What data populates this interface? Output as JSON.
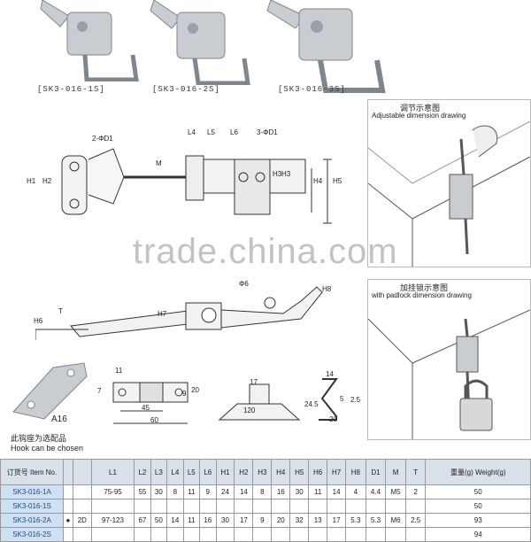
{
  "products": [
    {
      "caption": "[SK3-016-1S]"
    },
    {
      "caption": "[SK3-016-2S]"
    },
    {
      "caption": "[SK3-016-3S]"
    }
  ],
  "adjust_panel": {
    "title_cn": "调节示意图",
    "title_en": "Adjustable dimension drawing"
  },
  "padlock_panel": {
    "title_cn": "加挂锁示意图",
    "title_en": "with padlock dimension drawing"
  },
  "watermark": "trade.china.com",
  "dims": {
    "top_view": [
      "2-ΦD1",
      "L4",
      "L5",
      "L6",
      "3-ΦD1",
      "M",
      "H1",
      "H2",
      "H3",
      "H3",
      "H4",
      "H5"
    ],
    "side_view": [
      "Φ6",
      "H8",
      "H6",
      "T",
      "H7"
    ],
    "part_a": [
      "11",
      "7",
      "45",
      "60",
      "9",
      "20"
    ],
    "part_b": [
      "17",
      "120",
      "24.5"
    ],
    "part_c": [
      "14",
      "5",
      "2.5",
      "20"
    ]
  },
  "hook": {
    "code": "A16",
    "note_cn": "此钩座为选配品",
    "note_en": "Hook can be chosen"
  },
  "table": {
    "headers": [
      "订货号 Item No.",
      "",
      "",
      "L1",
      "L2",
      "L3",
      "L4",
      "L5",
      "L6",
      "H1",
      "H2",
      "H3",
      "H4",
      "H5",
      "H6",
      "H7",
      "H8",
      "D1",
      "M",
      "T",
      "重量(g) Weight(g)"
    ],
    "rows": [
      [
        "SK3-016-1A",
        "",
        "",
        "75-95",
        "55",
        "30",
        "8",
        "11",
        "9",
        "24",
        "14",
        "8",
        "16",
        "30",
        "11",
        "14",
        "4",
        "4.4",
        "M5",
        "2",
        "50"
      ],
      [
        "SK3-016-1S",
        "",
        "",
        "",
        "",
        "",
        "",
        "",
        "",
        "",
        "",
        "",
        "",
        "",
        "",
        "",
        "",
        "",
        "",
        "",
        "50"
      ],
      [
        "SK3-016-2A",
        "●",
        "2D",
        "97-123",
        "67",
        "50",
        "14",
        "11",
        "16",
        "30",
        "17",
        "9",
        "20",
        "32",
        "13",
        "17",
        "5.3",
        "5.3",
        "M6",
        "2.5",
        "93"
      ],
      [
        "SK3-016-2S",
        "",
        "",
        "",
        "",
        "",
        "",
        "",
        "",
        "",
        "",
        "",
        "",
        "",
        "",
        "",
        "",
        "",
        "",
        "",
        "94"
      ]
    ]
  },
  "colors": {
    "steel": "#c9cdd2",
    "steel_dark": "#7e858c",
    "line": "#333333",
    "item_bg": "#cfe0f3",
    "rohs": "#2a9a3a"
  }
}
